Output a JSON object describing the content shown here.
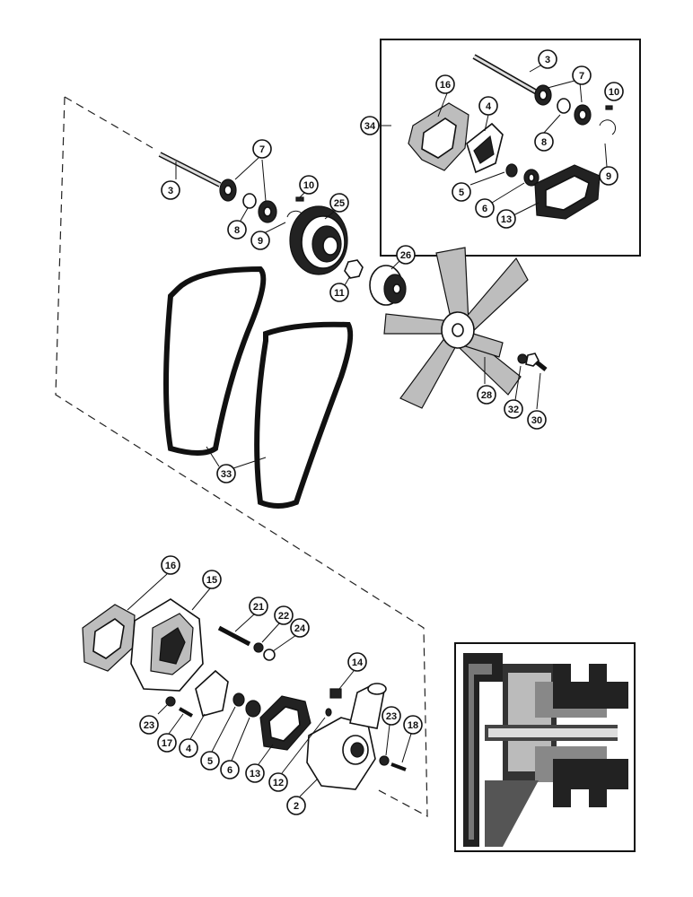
{
  "callouts": {
    "inset_top": [
      "3",
      "7",
      "10",
      "16",
      "4",
      "34",
      "8",
      "9",
      "5",
      "6",
      "13"
    ],
    "main_top": [
      "7",
      "3",
      "10",
      "25",
      "8",
      "9",
      "11",
      "26",
      "28",
      "32",
      "30",
      "33"
    ],
    "lower": [
      "16",
      "15",
      "21",
      "22",
      "24",
      "14",
      "23",
      "18",
      "17",
      "4",
      "5",
      "6",
      "13",
      "12",
      "2",
      "23"
    ]
  },
  "colors": {
    "ink": "#111111",
    "paper": "#ffffff",
    "shade": "#bdbdbd"
  }
}
